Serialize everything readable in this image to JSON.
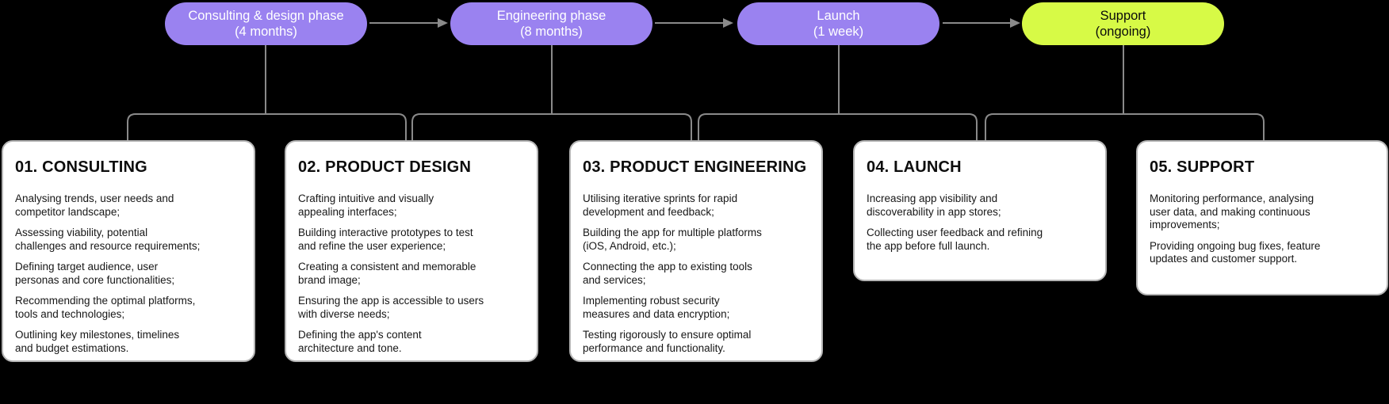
{
  "colors": {
    "background": "#000000",
    "phase_purple": "#9a82f0",
    "phase_lime": "#d7fa46",
    "connector_gray": "#8a8a8a",
    "card_background": "#ffffff",
    "card_border": "#b5b5b5"
  },
  "phases": [
    {
      "label": "Consulting & design phase",
      "duration": "(4 months)"
    },
    {
      "label": "Engineering phase",
      "duration": "(8 months)"
    },
    {
      "label": "Launch",
      "duration": "(1 week)"
    },
    {
      "label": "Support",
      "duration": "(ongoing)"
    }
  ],
  "cards": [
    {
      "title": "01. CONSULTING",
      "items": [
        "Analysing trends, user needs and\ncompetitor landscape;",
        "Assessing viability, potential\nchallenges and resource requirements;",
        "Defining target audience, user\npersonas and core functionalities;",
        "Recommending the optimal platforms,\ntools and technologies;",
        "Outlining key milestones, timelines\nand budget estimations."
      ]
    },
    {
      "title": "02. PRODUCT DESIGN",
      "items": [
        "Crafting intuitive and visually\nappealing interfaces;",
        "Building interactive prototypes to test\nand refine the user experience;",
        "Creating a consistent and memorable\nbrand image;",
        "Ensuring the app is accessible to users\nwith diverse needs;",
        "Defining the app's content\narchitecture and tone."
      ]
    },
    {
      "title": "03. PRODUCT ENGINEERING",
      "items": [
        "Utilising iterative sprints for rapid\ndevelopment and feedback;",
        "Building the app for multiple platforms\n(iOS, Android, etc.);",
        "Connecting the app to existing tools\nand services;",
        "Implementing robust security\nmeasures and data encryption;",
        "Testing rigorously to ensure optimal\nperformance and functionality."
      ]
    },
    {
      "title": "04. LAUNCH",
      "items": [
        "Increasing app visibility and\ndiscoverability in app stores;",
        "Collecting user feedback and refining\nthe app before full launch."
      ]
    },
    {
      "title": "05. SUPPORT",
      "items": [
        "Monitoring performance, analysing\nuser data, and making continuous\nimprovements;",
        "Providing ongoing bug fixes, feature\nupdates and customer support."
      ]
    }
  ]
}
